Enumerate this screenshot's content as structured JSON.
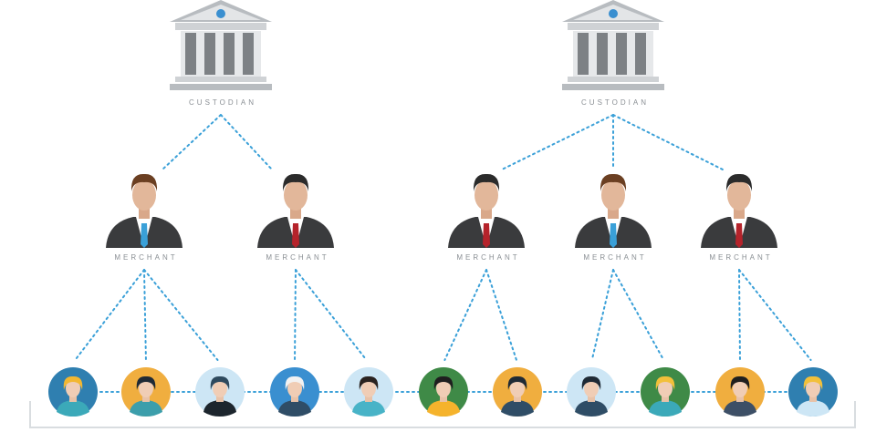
{
  "custodians": [
    {
      "label": "CUSTODIAN"
    },
    {
      "label": "CUSTODIAN"
    }
  ],
  "merchants": [
    {
      "label": "MERCHANT",
      "tie": "#3aa0d8",
      "hair": "#6b3f22",
      "custodian": 0
    },
    {
      "label": "MERCHANT",
      "tie": "#b5232b",
      "hair": "#2b2b2b",
      "custodian": 0
    },
    {
      "label": "MERCHANT",
      "tie": "#b5232b",
      "hair": "#2b2b2b",
      "custodian": 1
    },
    {
      "label": "MERCHANT",
      "tie": "#3aa0d8",
      "hair": "#6b3f22",
      "custodian": 1
    },
    {
      "label": "MERCHANT",
      "tie": "#b5232b",
      "hair": "#2b2b2b",
      "custodian": 1
    }
  ],
  "customers": [
    {
      "bg": "#2f7fb0",
      "hair": "#f2b731",
      "shirt": "#3ba9b9",
      "merchant": 0
    },
    {
      "bg": "#f0ae3f",
      "hair": "#1f2a35",
      "shirt": "#3c9eab",
      "merchant": 0
    },
    {
      "bg": "#cde6f5",
      "hair": "#2e4a5e",
      "shirt": "#1c252d",
      "merchant": 0
    },
    {
      "bg": "#3a8fd0",
      "hair": "#f2f2f2",
      "shirt": "#2f4d66",
      "merchant": 1
    },
    {
      "bg": "#cde6f5",
      "hair": "#2a2320",
      "shirt": "#48b3c7",
      "merchant": 1
    },
    {
      "bg": "#3f8a47",
      "hair": "#1f1f1f",
      "shirt": "#f5b32c",
      "merchant": 2
    },
    {
      "bg": "#f0ae3f",
      "hair": "#1f2a35",
      "shirt": "#2f4d66",
      "merchant": 2
    },
    {
      "bg": "#cde6f5",
      "hair": "#1f2a35",
      "shirt": "#2f4d66",
      "merchant": 3
    },
    {
      "bg": "#3f8a47",
      "hair": "#f2c03a",
      "shirt": "#3ba9b9",
      "merchant": 3
    },
    {
      "bg": "#f0ae3f",
      "hair": "#1f1f1f",
      "shirt": "#3d4f66",
      "merchant": 4
    },
    {
      "bg": "#2f7fb0",
      "hair": "#f2c03a",
      "shirt": "#cde6f5",
      "merchant": 4
    }
  ],
  "colors": {
    "dots": "#3aa0d8",
    "bracket": "#d9dde0",
    "label": "#8a8f94"
  }
}
